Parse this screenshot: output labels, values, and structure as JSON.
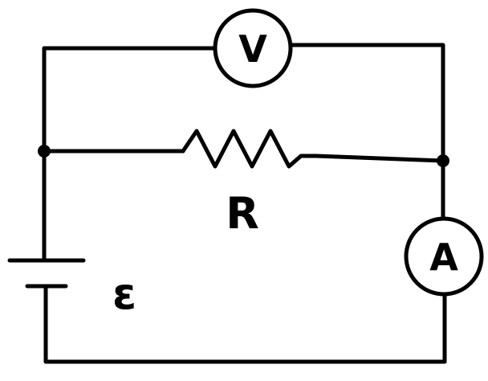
{
  "diagram": {
    "voltmeter": {
      "symbol": "V"
    },
    "ammeter": {
      "symbol": "A"
    },
    "resistor": {
      "label": "R"
    },
    "battery": {
      "label": "ε"
    }
  },
  "colors": {
    "stroke": "#000000",
    "background": "#ffffff"
  }
}
